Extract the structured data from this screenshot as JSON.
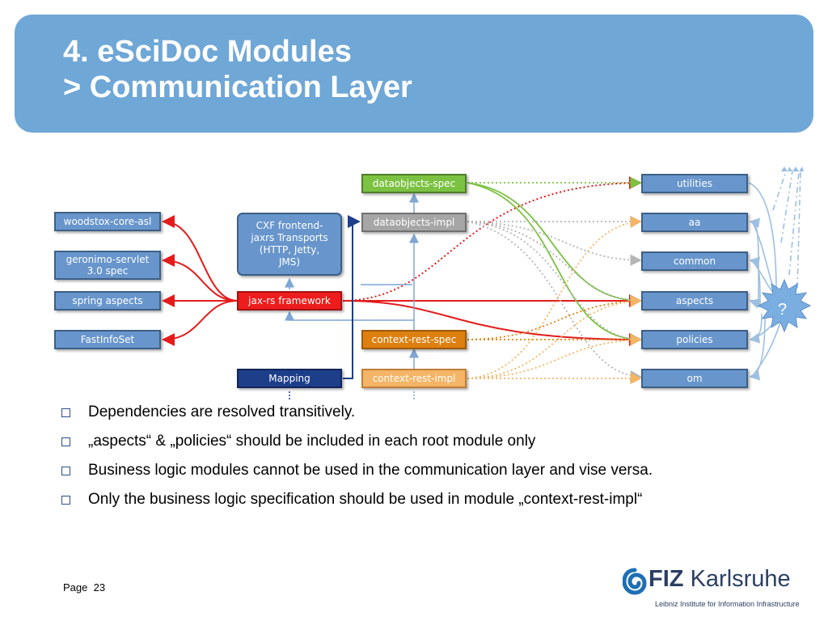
{
  "slide": {
    "title_line1": "4. eSciDoc Modules",
    "title_line2": "> Communication Layer"
  },
  "diagram": {
    "left_modules": [
      "woodstox-core-asl",
      "geronimo-servlet 3.0 spec",
      "spring aspects",
      "FastInfoSet"
    ],
    "cxf_box": "CXF frontend-jaxrs Transports (HTTP, Jetty, JMS)",
    "jaxrs_framework": "jax-rs framework",
    "mapping": "Mapping",
    "center_modules": {
      "dataobjects_spec": "dataobjects-spec",
      "dataobjects_impl": "dataobjects-impl",
      "context_rest_spec": "context-rest-spec",
      "context_rest_impl": "context-rest-impl"
    },
    "right_modules": [
      "utilities",
      "aa",
      "common",
      "aspects",
      "policies",
      "om"
    ],
    "unknown_marker": "?",
    "colors": {
      "header_blue": "#6fa7d6",
      "module_blue": "#6896cc",
      "green": "#7cc242",
      "red": "#ee1c1c",
      "orange": "#dd8010",
      "peach": "#f5b566",
      "navy": "#1d3f8a",
      "gray": "#a6a6a6"
    }
  },
  "bullets": [
    "Dependencies are resolved transitively.",
    "„aspects“ & „policies“ should be included in each root module only",
    "Business logic modules cannot be used in the communication layer and vise versa.",
    "Only the business logic specification should be used in module „context-rest-impl“"
  ],
  "footer": {
    "page_label": "Page",
    "page_number": "23",
    "logo_fiz": "FIZ",
    "logo_name": "Karlsruhe",
    "logo_subtitle": "Leibniz Institute for Information Infrastructure"
  }
}
